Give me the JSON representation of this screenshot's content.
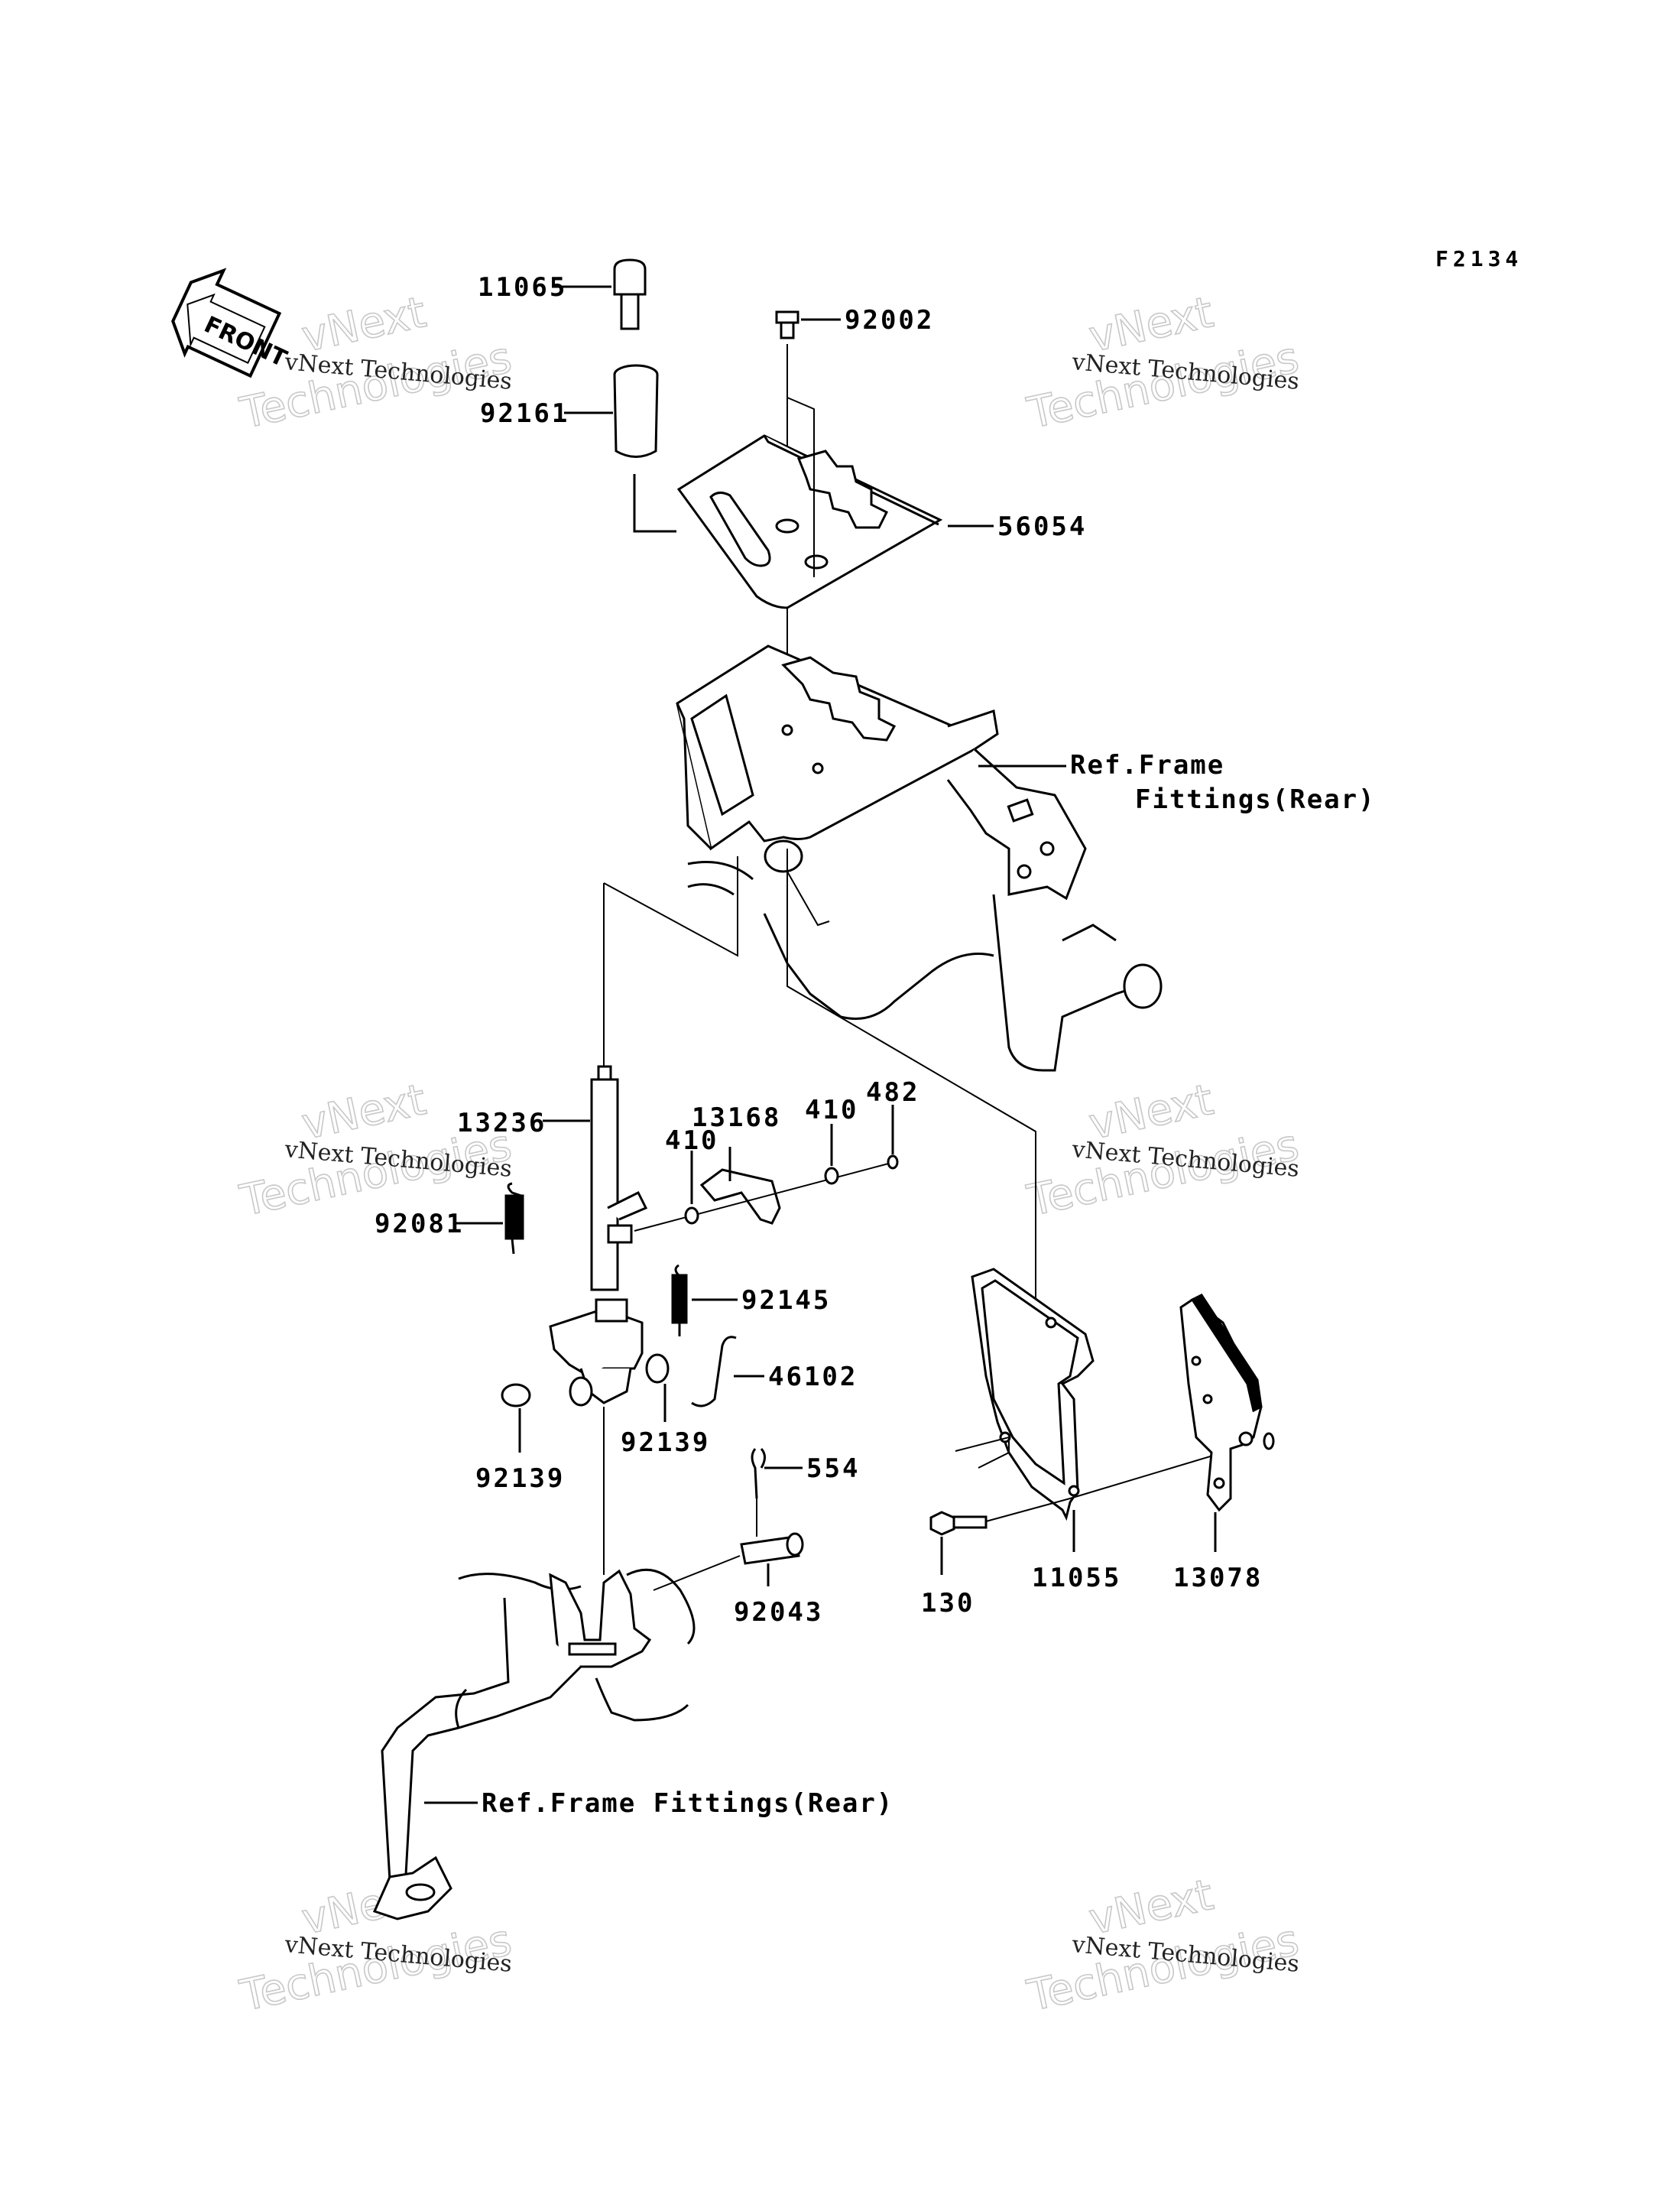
{
  "figure_code": "F2134",
  "front_arrow": {
    "label": "FRONT",
    "icon": "front-direction-arrow-icon"
  },
  "parts": [
    {
      "id": "11065"
    },
    {
      "id": "92161"
    },
    {
      "id": "92002"
    },
    {
      "id": "56054"
    },
    {
      "id": "13236"
    },
    {
      "id": "13168"
    },
    {
      "id": "410a",
      "label": "410"
    },
    {
      "id": "410b",
      "label": "410"
    },
    {
      "id": "482"
    },
    {
      "id": "92081"
    },
    {
      "id": "92145"
    },
    {
      "id": "46102"
    },
    {
      "id": "92139a",
      "label": "92139"
    },
    {
      "id": "92139b",
      "label": "92139"
    },
    {
      "id": "554"
    },
    {
      "id": "92043"
    },
    {
      "id": "130"
    },
    {
      "id": "11055"
    },
    {
      "id": "13078"
    }
  ],
  "labels": {
    "p11065": "11065",
    "p92161": "92161",
    "p92002": "92002",
    "p56054": "56054",
    "p13236": "13236",
    "p13168": "13168",
    "p410a": "410",
    "p410b": "410",
    "p482": "482",
    "p92081": "92081",
    "p92145": "92145",
    "p46102": "46102",
    "p92139a": "92139",
    "p92139b": "92139",
    "p554": "554",
    "p92043": "92043",
    "p130": "130",
    "p11055": "11055",
    "p13078": "13078"
  },
  "references": {
    "ref_top_line1": "Ref.Frame",
    "ref_top_line2": "Fittings(Rear)",
    "ref_bottom": "Ref.Frame Fittings(Rear)"
  },
  "watermark": {
    "line_small": "vNext Technologies",
    "line_big_a": "vNext",
    "line_big_b": "Technologies"
  }
}
